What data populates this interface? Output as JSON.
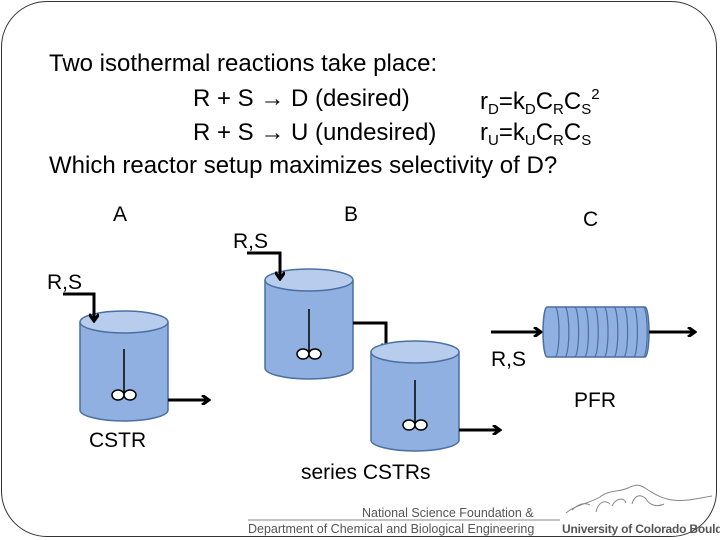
{
  "question": {
    "intro": "Two isothermal reactions take place:",
    "reactions": [
      {
        "equation": "R + S → D (desired)",
        "rate_r": "r",
        "rate_r_sub": "D",
        "rate_eq": "=k",
        "rate_k_sub": "D",
        "c1": "C",
        "c1_sub": "R",
        "c2": "C",
        "c2_sub": "S",
        "exponent": "2"
      },
      {
        "equation": "R + S → U (undesired)",
        "rate_r": "r",
        "rate_r_sub": "U",
        "rate_eq": "=k",
        "rate_k_sub": "U",
        "c1": "C",
        "c1_sub": "R",
        "c2": "C",
        "c2_sub": "S",
        "exponent": ""
      }
    ],
    "prompt": "Which reactor setup maximizes selectivity of D?"
  },
  "options": [
    {
      "letter": "A",
      "feed_label": "R,S",
      "caption": "CSTR"
    },
    {
      "letter": "B",
      "feed_label": "R,S",
      "caption": "series CSTRs"
    },
    {
      "letter": "C",
      "feed_label": "R,S",
      "caption": "PFR"
    }
  ],
  "colors": {
    "tank_fill": "#8fb0e0",
    "tank_top": "#b8cdee",
    "tank_stroke": "#4a6fa0",
    "arrow": "#000000"
  },
  "footer": {
    "line1": "National Science Foundation &",
    "line2": "Department of Chemical and Biological Engineering",
    "university": "University of Colorado Boulder"
  }
}
